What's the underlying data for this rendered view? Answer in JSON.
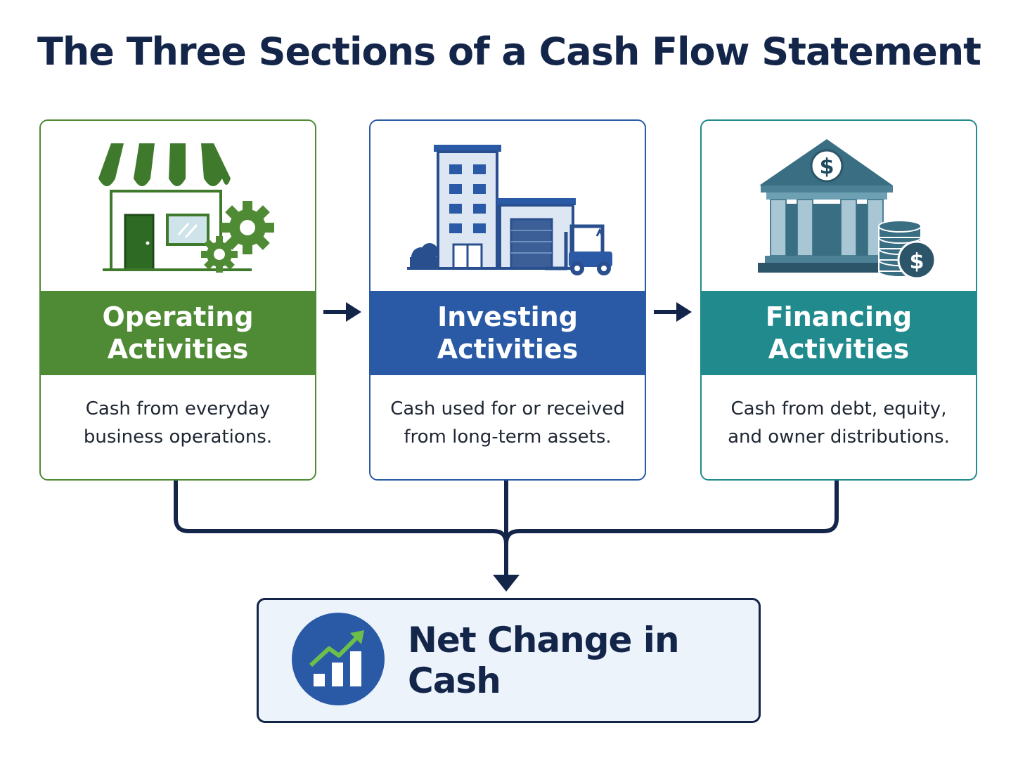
{
  "title": "The Three Sections of a Cash Flow Statement",
  "sections": [
    {
      "title": "Operating Activities",
      "description": "Cash from everyday business operations.",
      "icon": "storefront-with-gears-icon",
      "color": "#4f8a34"
    },
    {
      "title": "Investing Activities",
      "description": "Cash used for or received from long-term assets.",
      "icon": "office-building-warehouse-forklift-icon",
      "color": "#2a5aa6"
    },
    {
      "title": "Financing Activities",
      "description": "Cash from debt, equity, and owner distributions.",
      "icon": "bank-with-coins-icon",
      "color": "#218a8d"
    }
  ],
  "result": {
    "label": "Net Change in Cash",
    "icon": "growth-chart-icon",
    "color": "#14254a"
  }
}
